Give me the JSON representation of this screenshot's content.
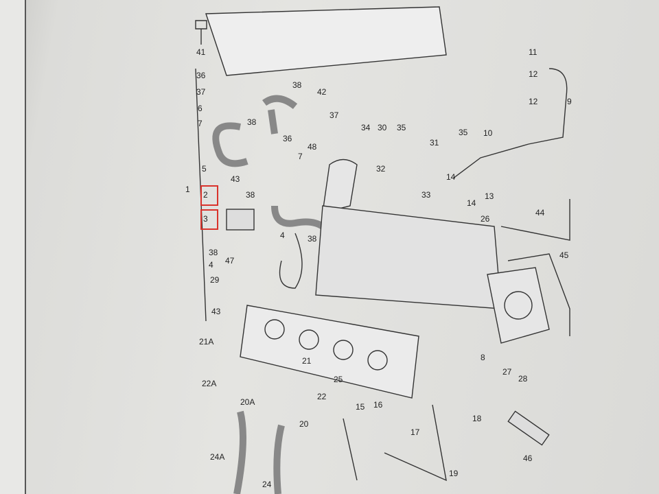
{
  "title": "Turbocharger / exhaust manifold parts diagram",
  "highlight_color": "#d9322b",
  "labels": [
    "41",
    "36",
    "37",
    "6",
    "7",
    "5",
    "1",
    "2",
    "3",
    "38",
    "4",
    "29",
    "43",
    "38",
    "42",
    "37",
    "38",
    "36",
    "43",
    "38",
    "7",
    "48",
    "4",
    "38",
    "47",
    "34",
    "30",
    "35",
    "35",
    "31",
    "32",
    "33",
    "11",
    "12",
    "12",
    "9",
    "10",
    "14",
    "14",
    "13",
    "26",
    "44",
    "45",
    "8",
    "27",
    "28",
    "21A",
    "21",
    "22A",
    "22",
    "20A",
    "20",
    "25",
    "15",
    "16",
    "17",
    "18",
    "19",
    "46",
    "24A",
    "24"
  ],
  "highlighted_parts": [
    "2",
    "3"
  ]
}
